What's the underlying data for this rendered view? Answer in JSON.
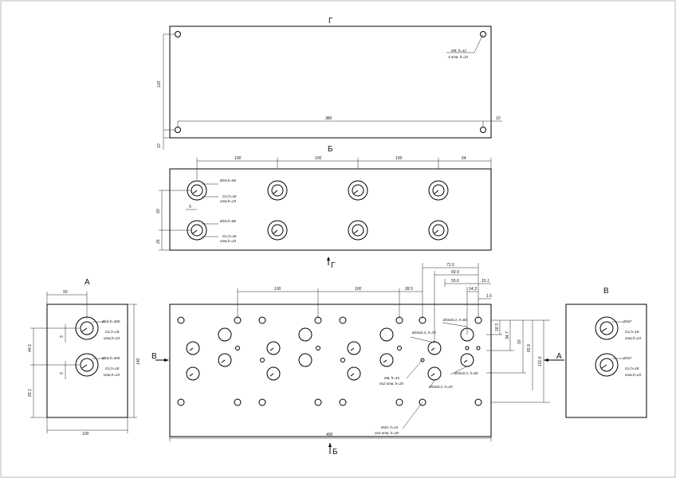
{
  "views": {
    "top": {
      "label": "Г",
      "dim_height": "120",
      "dim_bottom": "10",
      "dim_width": "380",
      "dim_right": "10",
      "note1": "M8, h=12",
      "note2": "4 отв. h=15"
    },
    "front": {
      "label": "Б",
      "dim_spacing1": "100",
      "dim_spacing2": "100",
      "dim_spacing3": "100",
      "dim_end": "64",
      "dim_h1": "50",
      "dim_h2": "25",
      "dim_small": "5",
      "note1": "Ø16,h=56",
      "note2": "G1,h=18",
      "note3": "отв,h=23",
      "note4": "Ø16,h=88",
      "note5": "G1,h=18",
      "note6": "отв,h=23"
    },
    "main": {
      "dim_spacing1": "100",
      "dim_spacing2": "100",
      "dim_285": "28.5",
      "dim_715": "71.5",
      "dim_699": "69.9",
      "dim_556": "55.6",
      "dim_143": "14.3",
      "dim_151": "15.1",
      "dim_16": "1.6",
      "dim_183": "18.3",
      "dim_347": "34.7",
      "dim_50": "50",
      "dim_659": "65.9",
      "dim_1016": "101.6",
      "dim_width": "400",
      "note1": "Ø16x0.2, h=75",
      "note2": "Ø16x0.2, h=60",
      "note3": "M6, h=15",
      "note4": "по2 отв. h=20",
      "note5": "Ø16x0.2, h=25",
      "note6": "Ø16x0.2, h=60",
      "note7": "M10, h=15",
      "note8": "по4 отв. h=20"
    },
    "left": {
      "label": "А",
      "dim_top": "50",
      "dim_445": "44.5",
      "dim_651": "65.1",
      "dim_5a": "5",
      "dim_5b": "5",
      "dim_height": "140",
      "dim_width": "100",
      "note1": "Ø16,h=400",
      "note2": "G1,h=18",
      "note3": "отв,h=23",
      "note4": "Ø16,h=400",
      "note5": "G1,h=18",
      "note6": "отв,h=23"
    },
    "right": {
      "label": "В",
      "note1": "Ø16*",
      "note2": "G1,h=18",
      "note3": "отв,h=23",
      "note4": "Ø16*",
      "note5": "G1,h=18",
      "note6": "отв,h=23"
    }
  },
  "arrows": {
    "g": "Г",
    "b_left": "В",
    "a_right": "А",
    "b_bottom": "Б"
  }
}
